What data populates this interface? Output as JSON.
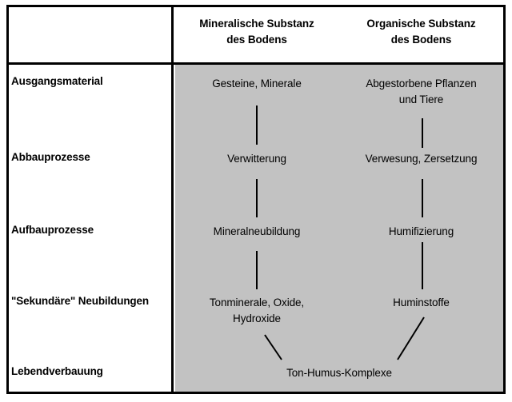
{
  "diagram": {
    "title_row": {
      "left_header": "",
      "columns": [
        {
          "id": "mineral",
          "label": "Mineralische Substanz\ndes Bodens"
        },
        {
          "id": "organic",
          "label": "Organische Substanz\ndes Bodens"
        }
      ]
    },
    "rows": [
      {
        "id": "ausgangsmaterial",
        "label": "Ausgangsmaterial",
        "mineral": "Gesteine, Minerale",
        "organic": "Abgestorbene Pflanzen\nund Tiere"
      },
      {
        "id": "abbauprozesse",
        "label": "Abbauprozesse",
        "mineral": "Verwitterung",
        "organic": "Verwesung, Zersetzung"
      },
      {
        "id": "aufbauprozesse",
        "label": "Aufbauprozesse",
        "mineral": "Mineralneubildung",
        "organic": "Humifizierung"
      },
      {
        "id": "sekundaere-neubildungen",
        "label": "\"Sekundäre\" Neubildungen",
        "mineral": "Tonminerale, Oxide,\nHydroxide",
        "organic": "Huminstoffe"
      },
      {
        "id": "lebendverbauung",
        "label": "Lebendverbauung",
        "merged": "Ton-Humus-Komplexe"
      }
    ],
    "header_lines": {
      "mineral_line1": "Mineralische Substanz",
      "mineral_line2": "des Bodens",
      "organic_line1": "Organische Substanz",
      "organic_line2": "des Bodens"
    },
    "cells": {
      "mineral_ausgangsmaterial": "Gesteine, Minerale",
      "organic_ausgangsmaterial_l1": "Abgestorbene Pflanzen",
      "organic_ausgangsmaterial_l2": "und Tiere",
      "mineral_abbau": "Verwitterung",
      "organic_abbau": "Verwesung, Zersetzung",
      "mineral_aufbau": "Mineralneubildung",
      "organic_aufbau": "Humifizierung",
      "mineral_sekundaer_l1": "Tonminerale, Oxide,",
      "mineral_sekundaer_l2": "Hydroxide",
      "organic_sekundaer": "Huminstoffe",
      "merged_lebendverbauung": "Ton-Humus-Komplexe"
    },
    "row_labels": {
      "r1": "Ausgangsmaterial",
      "r2": "Abbauprozesse",
      "r3": "Aufbauprozesse",
      "r4": "\"Sekundäre\" Neubildungen",
      "r5": "Lebendverbauung"
    },
    "colors": {
      "panel_background": "#c2c2c2",
      "page_background": "#ffffff",
      "border": "#000000",
      "text": "#000000"
    },
    "connectors": [
      {
        "id": "min-ausgang-to-abbau",
        "type": "vertical",
        "from": "Gesteine, Minerale",
        "to": "Verwitterung"
      },
      {
        "id": "min-abbau-to-aufbau",
        "type": "vertical",
        "from": "Verwitterung",
        "to": "Mineralneubildung"
      },
      {
        "id": "min-aufbau-to-sekundaer",
        "type": "vertical",
        "from": "Mineralneubildung",
        "to": "Tonminerale, Oxide, Hydroxide"
      },
      {
        "id": "min-sekundaer-to-lebend",
        "type": "diagonal",
        "from": "Tonminerale, Oxide, Hydroxide",
        "to": "Ton-Humus-Komplexe"
      },
      {
        "id": "org-ausgang-to-abbau",
        "type": "vertical",
        "from": "Abgestorbene Pflanzen und Tiere",
        "to": "Verwesung, Zersetzung"
      },
      {
        "id": "org-abbau-to-aufbau",
        "type": "vertical",
        "from": "Verwesung, Zersetzung",
        "to": "Humifizierung"
      },
      {
        "id": "org-aufbau-to-sekundaer",
        "type": "vertical",
        "from": "Humifizierung",
        "to": "Huminstoffe"
      },
      {
        "id": "org-sekundaer-to-lebend",
        "type": "diagonal",
        "from": "Huminstoffe",
        "to": "Ton-Humus-Komplexe"
      }
    ]
  }
}
